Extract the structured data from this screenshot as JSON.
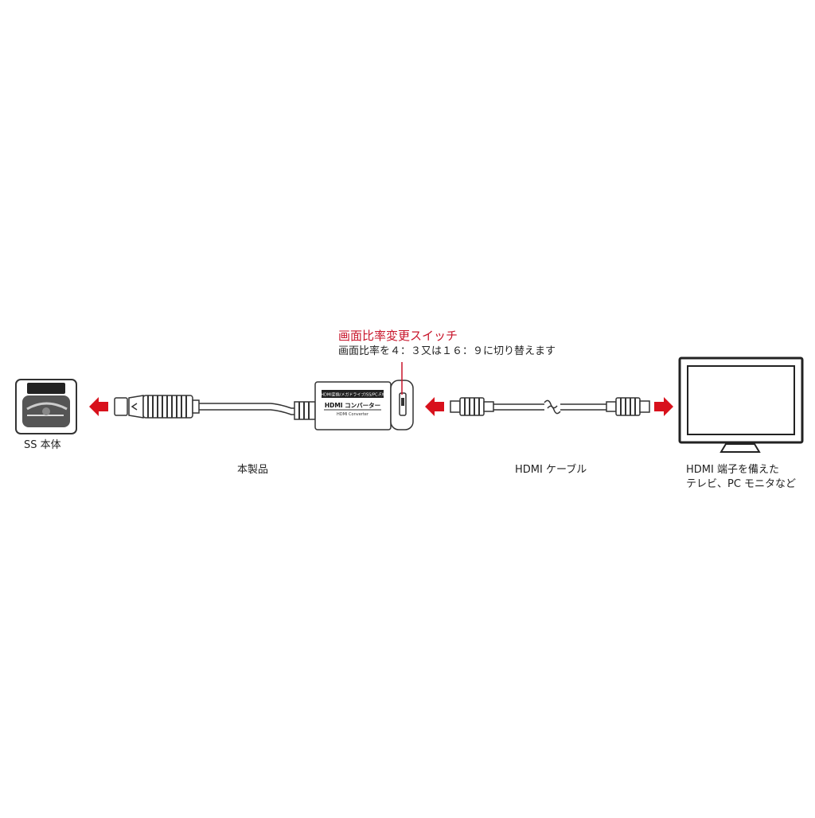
{
  "colors": {
    "accent_red": "#d8111c",
    "switch_title_red": "#c8142a",
    "text": "#222222",
    "outline": "#333333"
  },
  "labels": {
    "console": "SS 本体",
    "product": "本製品",
    "hdmi_cable": "HDMI ケーブル",
    "display_line1": "HDMI 端子を備えた",
    "display_line2": "テレビ、PC モニタなど",
    "switch_title": "画面比率変更スイッチ",
    "switch_desc": "画面比率を４：３又は１６：９に切り替えます"
  },
  "device": {
    "badge": "HDMI変換/メガドライブ/SS/PC-FX",
    "name": "HDMI コンバーター",
    "sub": "HDMI Converter"
  },
  "icons": {
    "console": "sega-saturn-console-icon",
    "arrow_to_console": "arrow-left-icon",
    "arrow_to_converter": "arrow-left-icon",
    "arrow_to_display": "arrow-right-icon",
    "display": "monitor-icon",
    "cable_break": "cable-break-icon"
  }
}
